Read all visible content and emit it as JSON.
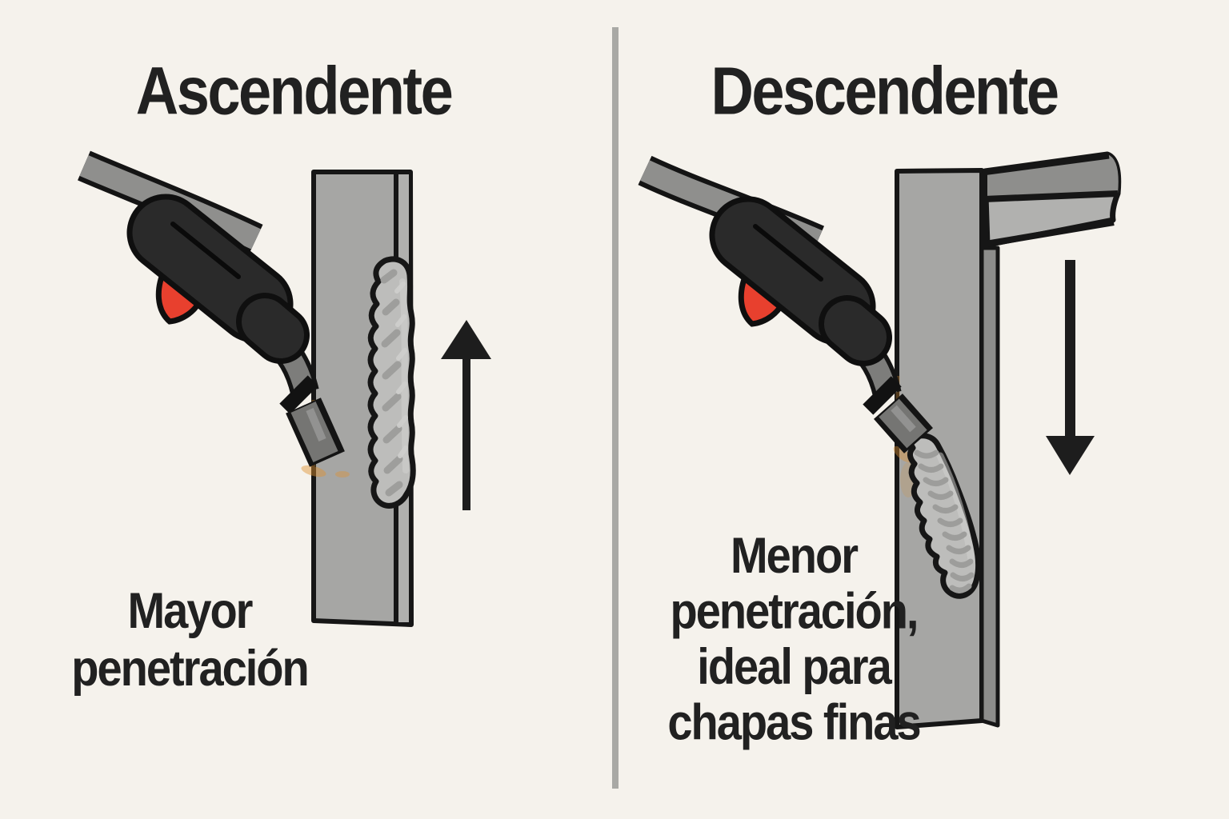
{
  "left_panel": {
    "title": "Ascendente",
    "caption_lines": [
      "Mayor",
      "penetración"
    ],
    "arrow_icon": "arrow-up-icon"
  },
  "right_panel": {
    "title": "Descendente",
    "caption_lines": [
      "Menor",
      "penetración,",
      "ideal para",
      "chapas finas"
    ],
    "arrow_icon": "arrow-down-icon"
  },
  "colors": {
    "background": "#f5f2ec",
    "text": "#212121",
    "outline": "#161616",
    "plate": "#a6a6a4",
    "plate_side": "#8d8d8b",
    "plate_strip": "#b0b0ae",
    "beam_upper": "#8e8e8c",
    "beam_lower": "#b1b1af",
    "handle": "#2a2a2a",
    "trigger_red": "#e8402e",
    "cable": "#8f8f8d",
    "neck": "#7d7d7b",
    "nozzle": "#757573",
    "bead": "#bdbdbb",
    "bead_shadow": "#9d9d9b",
    "bead_highlight": "#d2d2d0",
    "arrow": "#1d1d1d",
    "divider": "#a9a9a5",
    "spark": "#e0912f"
  }
}
